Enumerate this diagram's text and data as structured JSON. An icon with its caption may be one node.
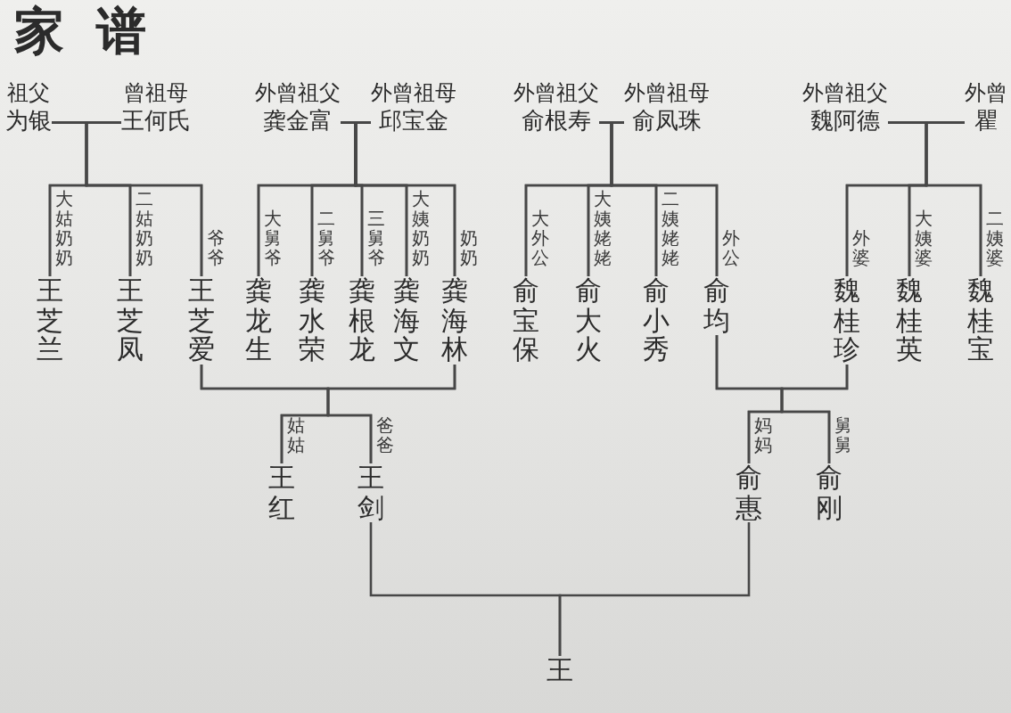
{
  "diagram": {
    "title": "家谱",
    "nodes": [
      {
        "text": [
          "祖父",
          "为银"
        ]
      },
      {
        "text": [
          "曾祖母",
          "王何氏"
        ]
      },
      {
        "text": [
          "外曾祖父",
          "龚金富"
        ]
      },
      {
        "text": [
          "外曾祖母",
          "邱宝金"
        ]
      },
      {
        "text": [
          "外曾祖父",
          "俞根寿"
        ]
      },
      {
        "text": [
          "外曾祖母",
          "俞凤珠"
        ]
      },
      {
        "text": [
          "外曾祖父",
          "魏阿德"
        ]
      },
      {
        "text": [
          "外曾",
          "瞿"
        ]
      },
      {
        "text": [
          "王芝兰"
        ],
        "beside": [
          "大姑奶奶"
        ]
      },
      {
        "text": [
          "王芝凤"
        ],
        "beside": [
          "二姑奶奶"
        ]
      },
      {
        "text": [
          "王芝爱"
        ],
        "beside": [
          "爷爷"
        ]
      },
      {
        "text": [
          "龚龙生"
        ],
        "beside": [
          "大舅爷"
        ]
      },
      {
        "text": [
          "龚水荣"
        ],
        "beside": [
          "二舅爷"
        ]
      },
      {
        "text": [
          "龚根龙"
        ],
        "beside": [
          "三舅爷"
        ]
      },
      {
        "text": [
          "龚海文"
        ],
        "beside": [
          "大姨奶奶"
        ]
      },
      {
        "text": [
          "龚海林"
        ],
        "beside": [
          "奶奶"
        ]
      },
      {
        "text": [
          "俞宝保"
        ],
        "beside": [
          "大外公"
        ]
      },
      {
        "text": [
          "俞大火"
        ],
        "beside": [
          "大姨姥姥"
        ]
      },
      {
        "text": [
          "俞小秀"
        ],
        "beside": [
          "二姨姥姥"
        ]
      },
      {
        "text": [
          "俞均"
        ],
        "beside": [
          "外公"
        ]
      },
      {
        "text": [
          "魏桂珍"
        ],
        "beside": [
          "外婆"
        ]
      },
      {
        "text": [
          "魏桂英"
        ],
        "beside": [
          "大姨婆"
        ]
      },
      {
        "text": [
          "魏桂宝"
        ],
        "beside": [
          "二姨婆"
        ]
      },
      {
        "text": [
          "王红"
        ],
        "beside": [
          "姑姑"
        ]
      },
      {
        "text": [
          "王剑"
        ],
        "beside": [
          "爸爸"
        ]
      },
      {
        "text": [
          "俞惠"
        ],
        "beside": [
          "妈妈"
        ]
      },
      {
        "text": [
          "俞刚"
        ],
        "beside": [
          "舅舅"
        ]
      },
      {
        "text": [
          "王"
        ]
      }
    ],
    "edges": [
      {
        "from": 0,
        "to": 8,
        "arrow": "none"
      },
      {
        "from": 1,
        "to": 8,
        "arrow": "none"
      },
      {
        "from": 0,
        "to": 9,
        "arrow": "none"
      },
      {
        "from": 1,
        "to": 9,
        "arrow": "none"
      },
      {
        "from": 0,
        "to": 10,
        "arrow": "none"
      },
      {
        "from": 1,
        "to": 10,
        "arrow": "none"
      },
      {
        "from": 2,
        "to": 11,
        "arrow": "none"
      },
      {
        "from": 3,
        "to": 11,
        "arrow": "none"
      },
      {
        "from": 2,
        "to": 12,
        "arrow": "none"
      },
      {
        "from": 3,
        "to": 12,
        "arrow": "none"
      },
      {
        "from": 2,
        "to": 13,
        "arrow": "none"
      },
      {
        "from": 3,
        "to": 13,
        "arrow": "none"
      },
      {
        "from": 2,
        "to": 14,
        "arrow": "none"
      },
      {
        "from": 3,
        "to": 14,
        "arrow": "none"
      },
      {
        "from": 2,
        "to": 15,
        "arrow": "none"
      },
      {
        "from": 3,
        "to": 15,
        "arrow": "none"
      },
      {
        "from": 4,
        "to": 16,
        "arrow": "none"
      },
      {
        "from": 5,
        "to": 16,
        "arrow": "none"
      },
      {
        "from": 4,
        "to": 17,
        "arrow": "none"
      },
      {
        "from": 5,
        "to": 17,
        "arrow": "none"
      },
      {
        "from": 4,
        "to": 18,
        "arrow": "none"
      },
      {
        "from": 5,
        "to": 18,
        "arrow": "none"
      },
      {
        "from": 4,
        "to": 19,
        "arrow": "none"
      },
      {
        "from": 5,
        "to": 19,
        "arrow": "none"
      },
      {
        "from": 6,
        "to": 20,
        "arrow": "none"
      },
      {
        "from": 7,
        "to": 20,
        "arrow": "none"
      },
      {
        "from": 6,
        "to": 21,
        "arrow": "none"
      },
      {
        "from": 7,
        "to": 21,
        "arrow": "none"
      },
      {
        "from": 6,
        "to": 22,
        "arrow": "none"
      },
      {
        "from": 7,
        "to": 22,
        "arrow": "none"
      },
      {
        "from": 10,
        "to": 23,
        "arrow": "none"
      },
      {
        "from": 15,
        "to": 23,
        "arrow": "none"
      },
      {
        "from": 10,
        "to": 24,
        "arrow": "none"
      },
      {
        "from": 15,
        "to": 24,
        "arrow": "none"
      },
      {
        "from": 19,
        "to": 25,
        "arrow": "none"
      },
      {
        "from": 20,
        "to": 25,
        "arrow": "none"
      },
      {
        "from": 19,
        "to": 26,
        "arrow": "none"
      },
      {
        "from": 20,
        "to": 26,
        "arrow": "none"
      },
      {
        "from": 24,
        "to": 27,
        "arrow": "none"
      },
      {
        "from": 25,
        "to": 27,
        "arrow": "none"
      }
    ]
  }
}
